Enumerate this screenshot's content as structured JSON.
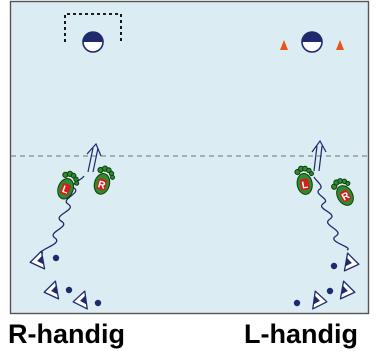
{
  "colors": {
    "field": "#dbecf3",
    "border": "#555555",
    "midline": "#9a9a9a",
    "navy": "#1f2a6e",
    "cone": "#e8551a",
    "foot_fill": "#2e8b2e",
    "foot_outline": "#0e3d0e",
    "foot_letter_bg": "#d61c1c",
    "text": "#000000"
  },
  "icons": {
    "goal_left": "small-goal-dashed-icon",
    "goal_right": "small-goal-cones-icon",
    "footprint": "footprint-icon",
    "player": "player-triangle-icon",
    "ball": "ball-icon",
    "dribble_path": "wavy-dribble-arrow-icon",
    "shot": "double-arrow-shot-icon"
  },
  "foot_letters": {
    "left_group": [
      "L",
      "R"
    ],
    "right_group": [
      "L",
      "R"
    ]
  },
  "captions": {
    "left": "R-handig",
    "right": "L-handig"
  }
}
